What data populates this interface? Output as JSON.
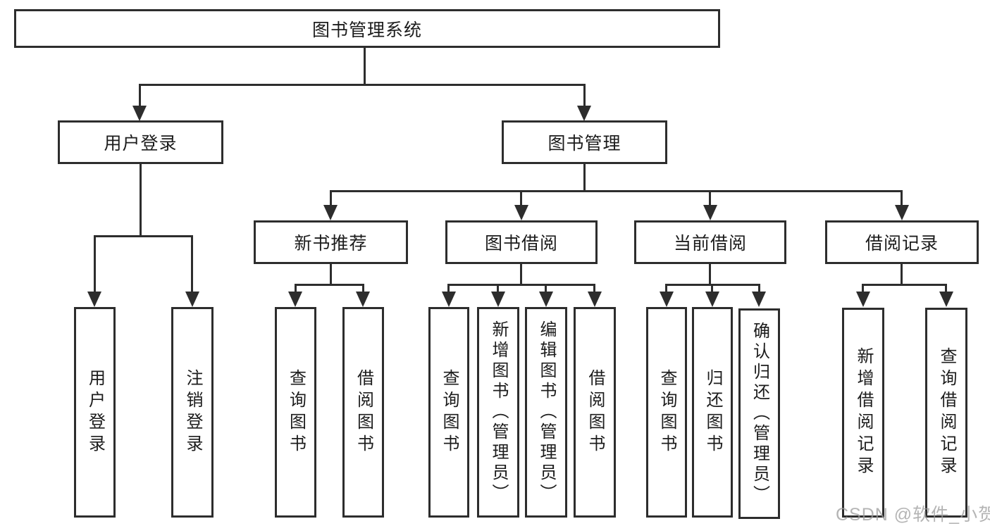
{
  "diagram": {
    "root": {
      "label": "图书管理系统"
    },
    "level2": [
      {
        "label": "用户登录",
        "children": [
          "用户登录",
          "注销登录"
        ]
      },
      {
        "label": "图书管理",
        "sections": [
          {
            "label": "新书推荐",
            "children": [
              "查询图书",
              "借阅图书"
            ]
          },
          {
            "label": "图书借阅",
            "children": [
              "查询图书",
              "新增图书（管理员）",
              "编辑图书（管理员）",
              "借阅图书"
            ]
          },
          {
            "label": "当前借阅",
            "children": [
              "查询图书",
              "归还图书",
              "确认归还（管理员）"
            ]
          },
          {
            "label": "借阅记录",
            "children": [
              "新增借阅记录",
              "查询借阅记录"
            ]
          }
        ]
      }
    ],
    "watermark": "CSDN @软件_小贺同学",
    "colors": {
      "line": "#2d2d2d",
      "text": "#1c1c1c",
      "watermark": "#9c9c9c",
      "background": "#ffffff"
    }
  }
}
